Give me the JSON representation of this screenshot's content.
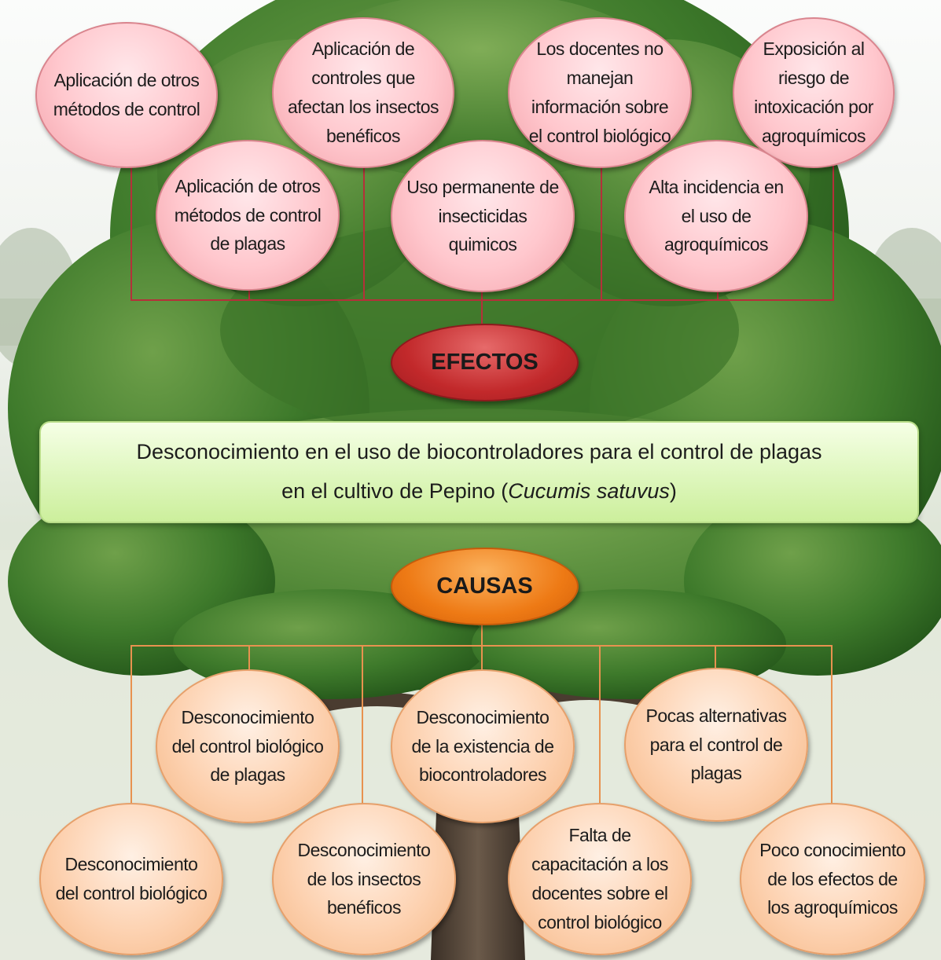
{
  "diagram": {
    "effects_label": "EFECTOS",
    "causes_label": "CAUSAS",
    "problem": {
      "line1": "Desconocimiento en el uso de biocontroladores para el control de plagas",
      "line2_prefix": "en el cultivo de Pepino (",
      "line2_species": "Cucumis satuvus",
      "line2_suffix": ")"
    },
    "effects": [
      "Aplicación de otros métodos de control",
      "Aplicación de otros métodos de control de plagas",
      "Aplicación de controles que afectan los insectos benéficos",
      "Uso permanente de insecticidas quimicos",
      "Los docentes no manejan información sobre el control biológico",
      "Alta incidencia en el uso de agroquímicos",
      "Exposición al riesgo de intoxicación por agroquímicos"
    ],
    "causes": [
      "Desconocimiento del control biológico",
      "Desconocimiento del control biológico de plagas",
      "Desconocimiento de los insectos benéficos",
      "Desconocimiento de la existencia de biocontroladores",
      "Falta de capacitación a los docentes sobre el control biológico",
      "Pocas alternativas para el control de plagas",
      "Poco conocimiento de los efectos de los agroquímicos"
    ],
    "colors": {
      "effect_fill": "#ffc7cd",
      "effect_line": "#b5303a",
      "effects_label_fill": "#c2292b",
      "cause_fill": "#fdd2b1",
      "cause_line": "#e8924f",
      "causes_label_fill": "#ee7a15",
      "problem_fill": "#e2f8c4",
      "foliage": "#2f6f22",
      "trunk": "#4a3c30"
    }
  }
}
